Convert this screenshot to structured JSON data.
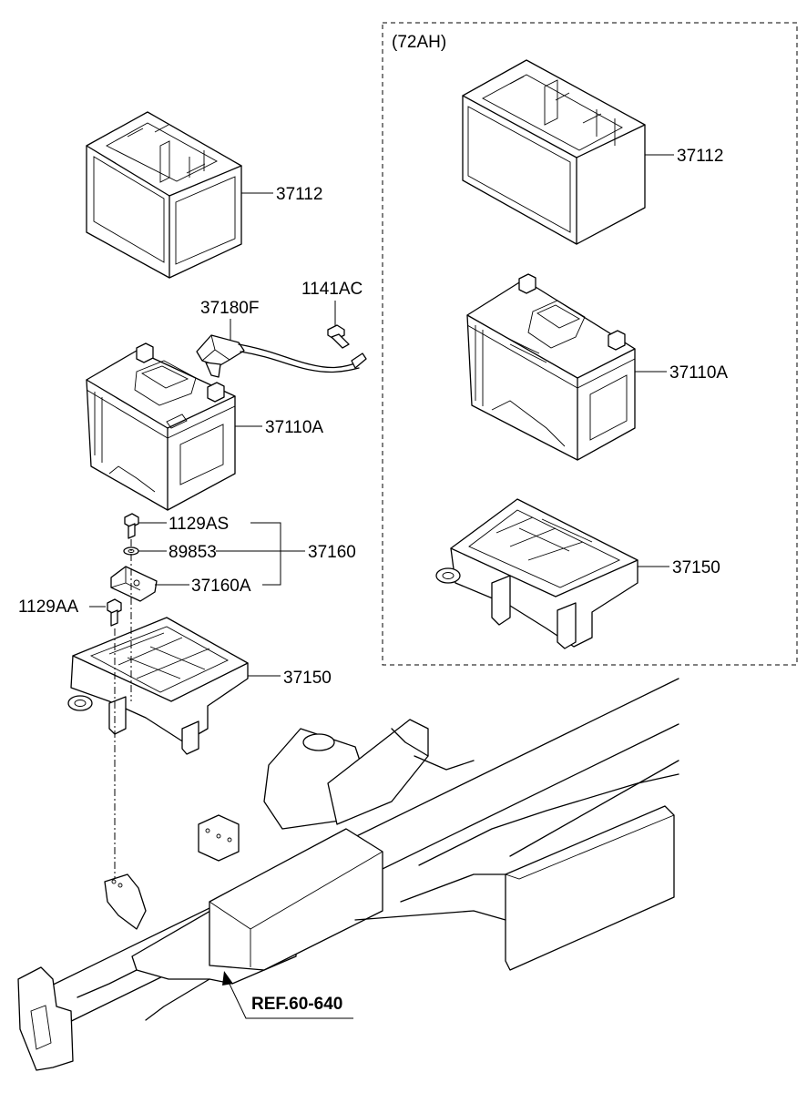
{
  "variant_label": "(72AH)",
  "reference": "REF.60-640",
  "parts": {
    "battery_insulation_pad": "37112",
    "battery_insulation_pad_72ah": "37112",
    "battery_cable_positive": "37180F",
    "bolt_1141ac": "1141AC",
    "battery_assy": "37110A",
    "battery_assy_72ah": "37110A",
    "bolt_1129as": "1129AS",
    "nut_89853": "89853",
    "battery_clamp_assy": "37160",
    "clamp_37160a": "37160A",
    "bolt_1129aa": "1129AA",
    "battery_tray": "37150",
    "battery_tray_72ah": "37150"
  }
}
